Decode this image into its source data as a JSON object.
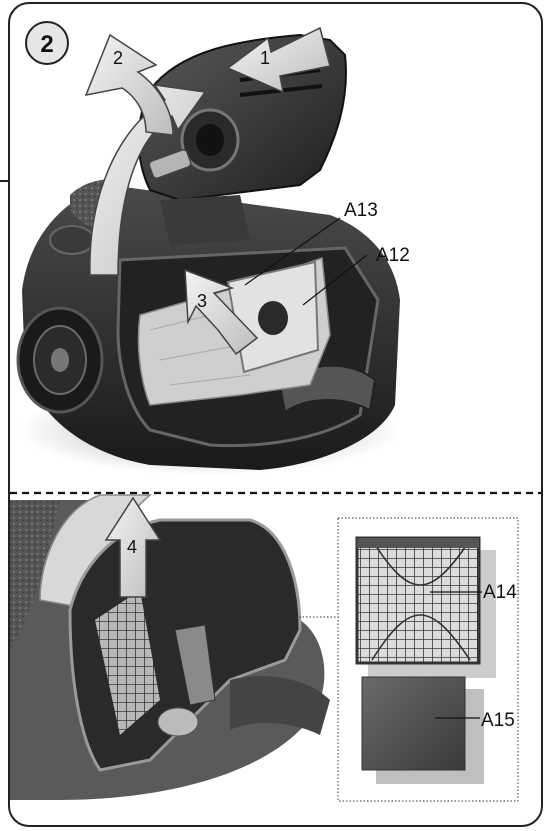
{
  "step_badge": "2",
  "arrows": {
    "a1": "1",
    "a2": "2",
    "a3": "3",
    "a4": "4"
  },
  "callouts": {
    "a13": "A13",
    "a12": "A12",
    "a14": "A14",
    "a15": "A15"
  },
  "icons": [
    "step-badge",
    "arrow",
    "vacuum-cleaner",
    "dust-bag",
    "filter-grille",
    "filter-pad"
  ]
}
